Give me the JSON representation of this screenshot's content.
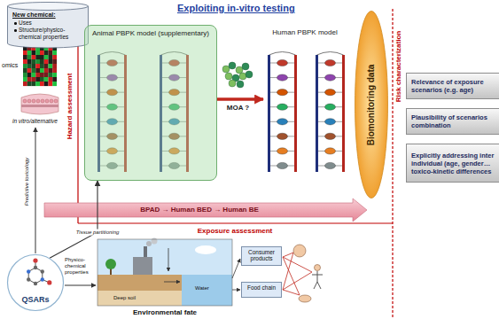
{
  "diagram": {
    "title": "Exploiting in-vitro testing",
    "nodes": [
      {
        "text": [
          "New chemical:",
          "Uses",
          "Structure/physico-chemical properties"
        ]
      },
      {
        "text": [
          "Animal PBPK model (supplementary)"
        ]
      },
      {
        "text": [
          "Human PBPK model"
        ]
      },
      {
        "text": [
          "Biomonitoring data"
        ]
      },
      {
        "text": [
          "Relevance of exposure scenarios (e.g. age)"
        ]
      },
      {
        "text": [
          "Plausibility of scenarios combination"
        ]
      },
      {
        "text": [
          "Explicitly addressing inter individual (age, gender… toxico-kinetic differences"
        ]
      },
      {
        "text": [
          "QSARs"
        ]
      },
      {
        "text": [
          "Consumer products"
        ]
      },
      {
        "text": [
          "Food chain"
        ]
      }
    ],
    "edges": [
      {
        "from": 1,
        "to": 2,
        "label": "MOA ?",
        "arrow": "to"
      },
      {
        "from": 7,
        "to": 1,
        "label": "Tissue partitioning",
        "arrow": "to"
      }
    ],
    "labels": [
      "omics",
      "in vitro/alternative",
      "Predictive toxicology",
      "Hazard assessment",
      "Risk characterization",
      "BPAD → Human BED → Human BE",
      "Exposure assessment",
      "Physico-chemical properties",
      "Water",
      "Deep soil",
      "Environmental fate"
    ]
  }
}
